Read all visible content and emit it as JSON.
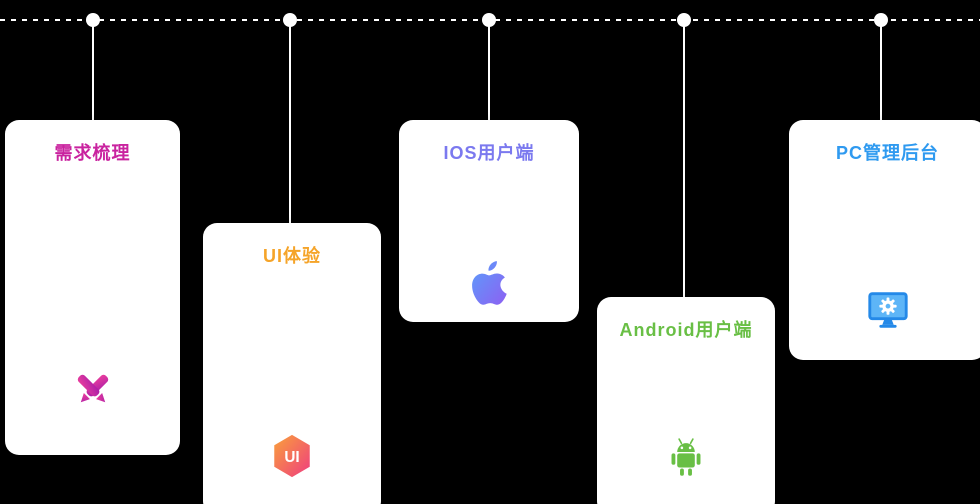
{
  "page": {
    "background_color": "#000000",
    "timeline_color": "#ffffff"
  },
  "cards": [
    {
      "title": "需求梳理",
      "title_color": "#c9239f",
      "icon": "design-tools-icon",
      "icon_colors": [
        "#ec3f9d",
        "#a81ca8"
      ]
    },
    {
      "title": "UI体验",
      "title_color": "#f5a429",
      "icon": "ui-hexagon-icon",
      "icon_label": "UI",
      "icon_colors": [
        "#f9a13a",
        "#ef3d7f"
      ]
    },
    {
      "title": "IOS用户端",
      "title_color": "#7b79ef",
      "icon": "apple-icon",
      "icon_colors": [
        "#5a9efb",
        "#8d60f2"
      ]
    },
    {
      "title": "Android用户端",
      "title_color": "#69bf45",
      "icon": "android-icon",
      "icon_colors": [
        "#69bf45"
      ]
    },
    {
      "title": "PC管理后台",
      "title_color": "#2f9af0",
      "icon": "pc-monitor-icon",
      "icon_colors": [
        "#2489e8",
        "#5db5f7"
      ]
    }
  ]
}
